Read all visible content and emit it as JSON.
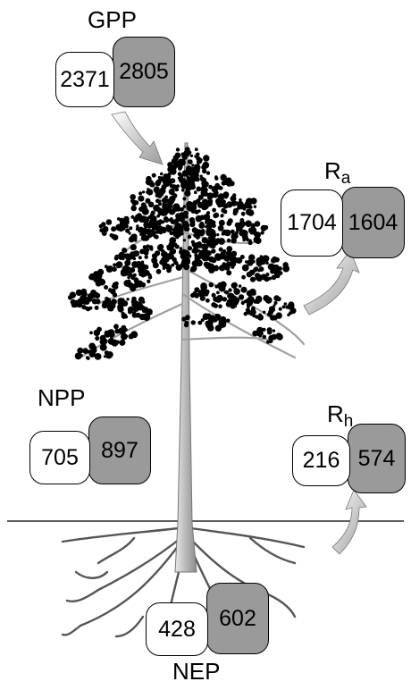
{
  "fluxes": {
    "gpp": {
      "name": "GPP",
      "light": "2371",
      "dark": "2805"
    },
    "ra": {
      "name": "R",
      "sub": "a",
      "light": "1704",
      "dark": "1604"
    },
    "npp": {
      "name": "NPP",
      "light": "705",
      "dark": "897"
    },
    "rh": {
      "name": "R",
      "sub": "h",
      "light": "216",
      "dark": "574"
    },
    "nep": {
      "name": "NEP",
      "light": "428",
      "dark": "602"
    }
  },
  "colors": {
    "light_box": "#ffffff",
    "dark_box": "#9a9a9a",
    "foliage": "#000000",
    "trunk": "#b8b8b8"
  },
  "icons": [
    "pine-tree-illustration",
    "arrow-icon"
  ]
}
